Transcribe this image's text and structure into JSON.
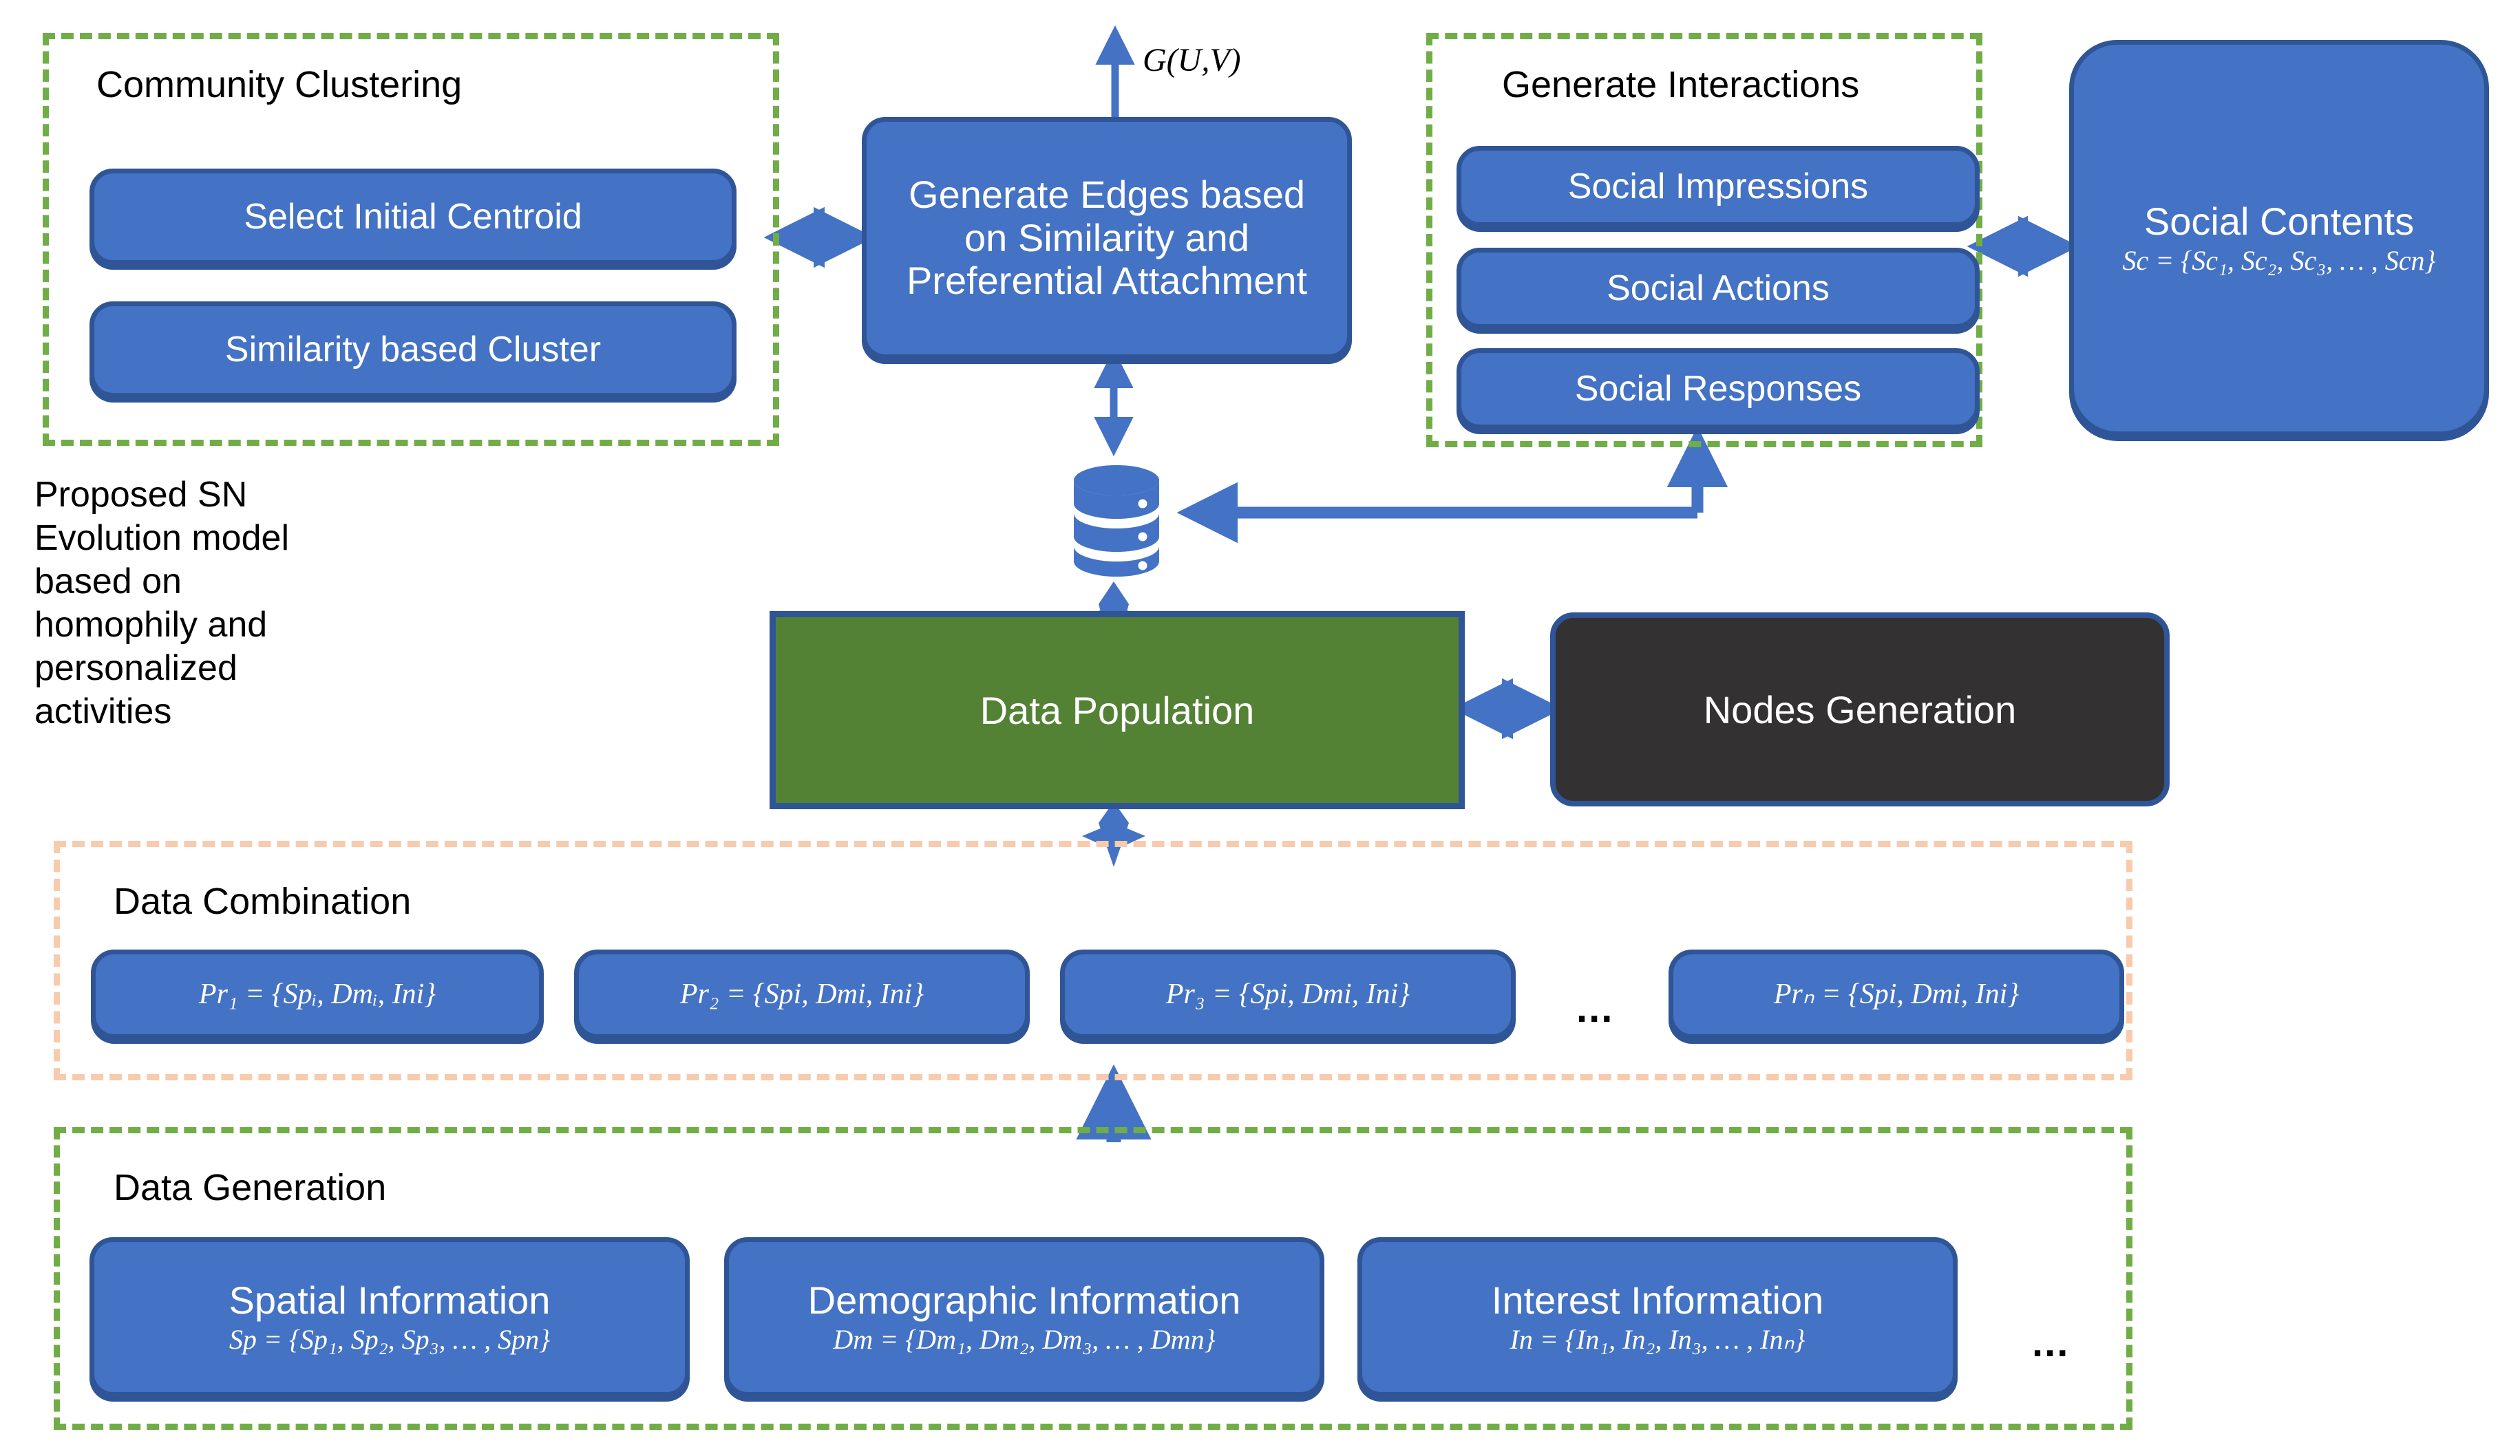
{
  "diagram": {
    "title_note": "Proposed SN Evolution model based on homophily and personalized activities",
    "graph_output_label": "G(U,V)",
    "ellipsis": "...",
    "colors": {
      "box_fill": "#4472c4",
      "box_border": "#2f5597",
      "group_green": "#70ad47",
      "group_peach": "#f8cbad",
      "data_population_fill": "#548235",
      "nodes_generation_fill": "#333131",
      "arrow": "#4472c4",
      "text_dark": "#000000",
      "text_light": "#ffffff"
    }
  },
  "groups": {
    "community_clustering": {
      "title": "Community Clustering",
      "items": [
        {
          "label": "Select Initial Centroid"
        },
        {
          "label": "Similarity based Cluster"
        }
      ]
    },
    "generate_interactions": {
      "title": "Generate Interactions",
      "items": [
        {
          "label": "Social Impressions"
        },
        {
          "label": "Social Actions"
        },
        {
          "label": "Social Responses"
        }
      ]
    },
    "data_combination": {
      "title": "Data Combination",
      "items": [
        {
          "formula": "Pr₁ = {Spᵢ, Dmᵢ, Ini}"
        },
        {
          "formula": "Pr₂ = {Spi, Dmi, Ini}"
        },
        {
          "formula": "Pr₃ = {Spi, Dmi, Ini}"
        },
        {
          "formula": "Prₙ = {Spi, Dmi, Ini}"
        }
      ],
      "ellipsis": "..."
    },
    "data_generation": {
      "title": "Data Generation",
      "items": [
        {
          "label": "Spatial Information",
          "formula": "Sp = {Sp₁, Sp₂, Sp₃, … , Spn}"
        },
        {
          "label": "Demographic Information",
          "formula": "Dm = {Dm₁, Dm₂, Dm₃, … , Dmn}"
        },
        {
          "label": "Interest Information",
          "formula": "In = {In₁, In₂, In₃, … , Inₙ}"
        }
      ],
      "ellipsis": "..."
    }
  },
  "nodes": {
    "generate_edges": {
      "label": "Generate Edges based on Similarity and Preferential Attachment"
    },
    "social_contents": {
      "label": "Social Contents",
      "formula": "Sc = {Sc₁, Sc₂, Sc₃, … , Scn}"
    },
    "data_population": {
      "label": "Data Population"
    },
    "nodes_generation": {
      "label": "Nodes Generation"
    },
    "database": {
      "label": "database-cylinder"
    }
  }
}
